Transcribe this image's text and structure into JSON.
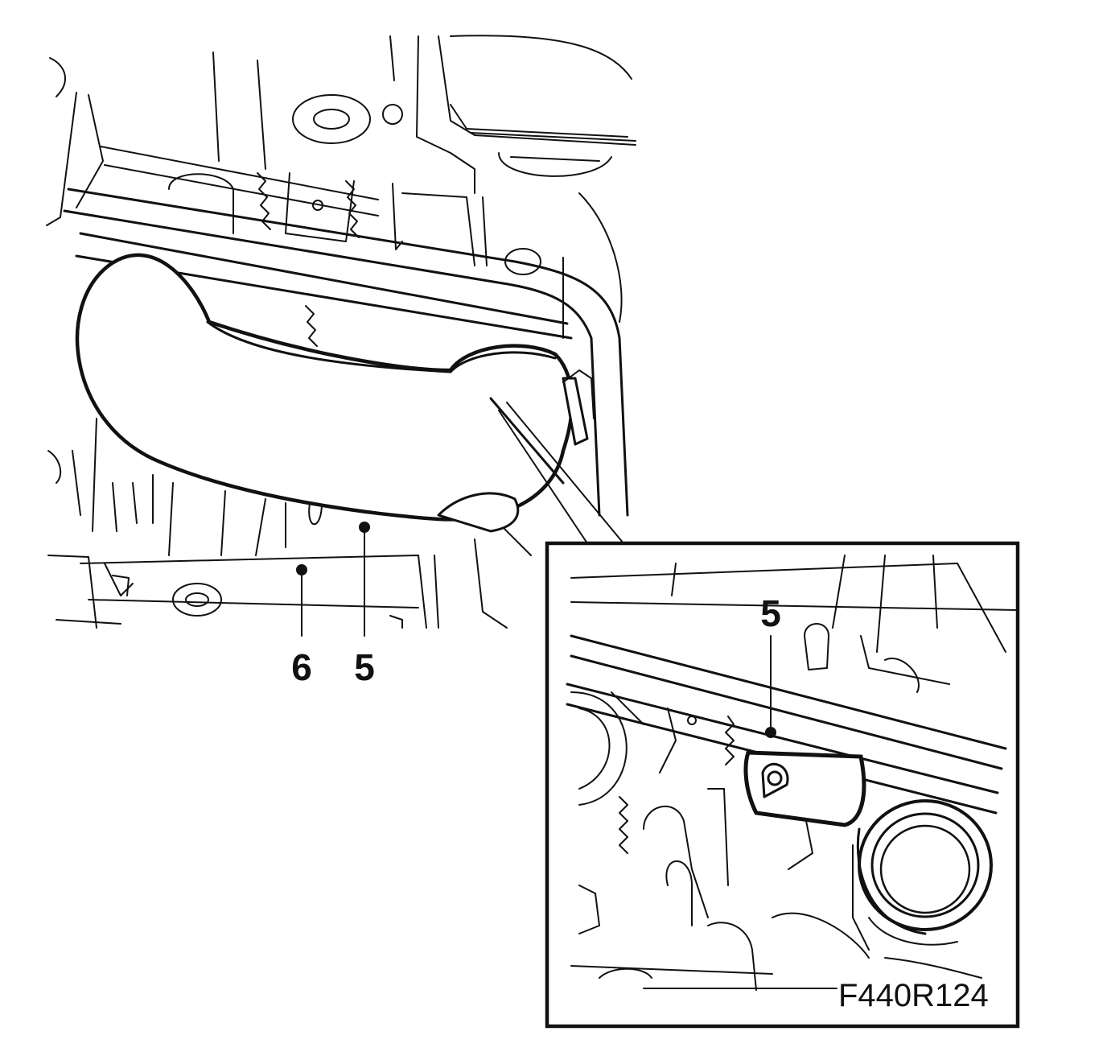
{
  "callouts": {
    "main_left": "6",
    "main_right": "5",
    "inset": "5"
  },
  "figure_code": "F440R124",
  "colors": {
    "ink": "#111111",
    "paper": "#ffffff"
  }
}
